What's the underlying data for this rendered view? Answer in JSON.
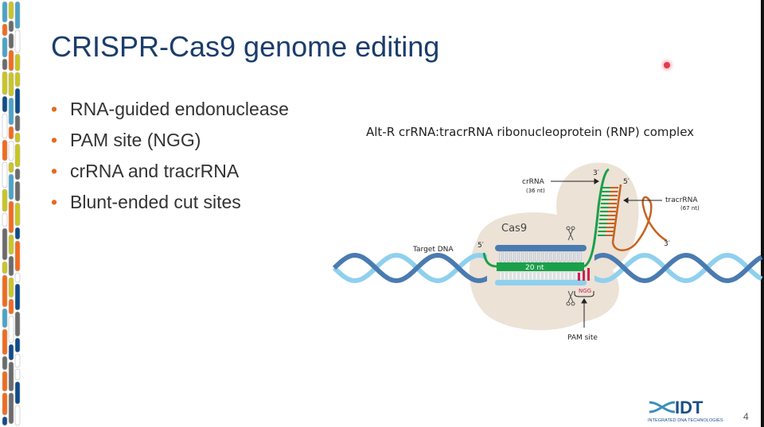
{
  "slide": {
    "title": "CRISPR-Cas9 genome editing",
    "bullets": [
      "RNA-guided endonuclease",
      "PAM site (NGG)",
      "crRNA and tracrRNA",
      "Blunt-ended cut sites"
    ],
    "page_number": "4",
    "bullet_color": "#e46b1f",
    "title_color": "#1b3d6b"
  },
  "figure": {
    "caption": "Alt-R crRNA:tracrRNA ribonucleoprotein (RNP) complex",
    "labels": {
      "crrna": "crRNA",
      "crrna_len": "(36 nt)",
      "tracrrna": "tracrRNA",
      "tracrrna_len": "(67 nt)",
      "cas9": "Cas9",
      "target_dna": "Target DNA",
      "five_prime": "5′",
      "three_prime": "3′",
      "twenty_nt": "20 nt",
      "ngg": "NGG",
      "pam_site": "PAM site"
    }
  },
  "logo": {
    "name": "IDT",
    "tagline": "INTEGRATED DNA TECHNOLOGIES"
  }
}
